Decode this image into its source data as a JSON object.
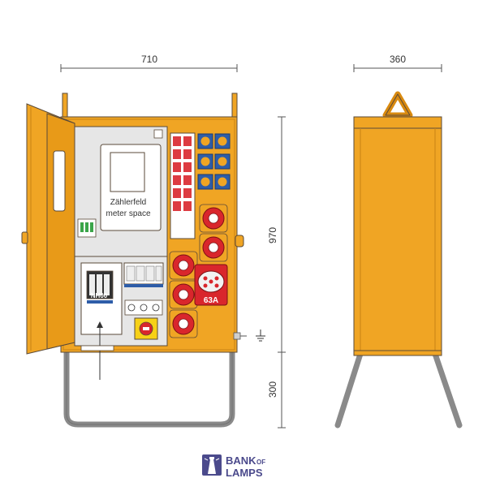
{
  "dimensions": {
    "front_width": "710",
    "side_width": "360",
    "cabinet_height": "970",
    "stand_height": "300"
  },
  "labels": {
    "meter_line1": "Zählerfeld",
    "meter_line2": "meter space",
    "fuse_label": "NH00",
    "socket_rating": "63A"
  },
  "logo": {
    "line1": "BANK",
    "line1_small": "OF",
    "line2": "LAMPS"
  },
  "colors": {
    "cabinet": "#F0A524",
    "outline": "#5A4A3A",
    "panel": "#E6E6E6",
    "socket_red": "#D9262C",
    "socket_blue": "#2E5DA8",
    "stand": "#8A8A8A",
    "logo": "#4B4A8C"
  }
}
